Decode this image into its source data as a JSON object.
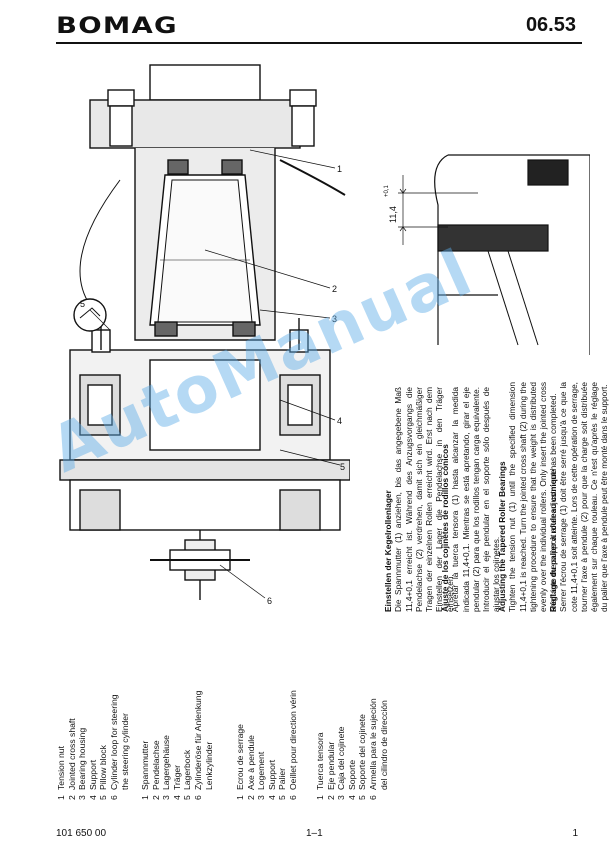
{
  "header": {
    "brand": "BOMAG",
    "page_code": "06.53"
  },
  "drawing": {
    "callouts": [
      "1",
      "2",
      "3",
      "4",
      "5",
      "5",
      "6"
    ],
    "detail_dimension": "11,4",
    "detail_tolerance": "+0,1"
  },
  "legend_en": [
    {
      "n": "1",
      "t": "Tension nut"
    },
    {
      "n": "2",
      "t": "Jointed cross shaft"
    },
    {
      "n": "3",
      "t": "Bearing housing"
    },
    {
      "n": "4",
      "t": "Support"
    },
    {
      "n": "5",
      "t": "Pillow block"
    },
    {
      "n": "6",
      "t": "Cylinder loop for steering"
    },
    {
      "n": "",
      "t": "the steering cylinder"
    }
  ],
  "legend_de": [
    {
      "n": "1",
      "t": "Spannmutter"
    },
    {
      "n": "2",
      "t": "Pendelachse"
    },
    {
      "n": "3",
      "t": "Lagergehäuse"
    },
    {
      "n": "4",
      "t": "Träger"
    },
    {
      "n": "5",
      "t": "Lagerbock"
    },
    {
      "n": "6",
      "t": "Zylinderöse für Anlenkung"
    },
    {
      "n": "",
      "t": "Lenkzylinder"
    }
  ],
  "legend_fr": [
    {
      "n": "1",
      "t": "Ecrou de serrage"
    },
    {
      "n": "2",
      "t": "Axe à pendule"
    },
    {
      "n": "3",
      "t": "Logement"
    },
    {
      "n": "4",
      "t": "Support"
    },
    {
      "n": "5",
      "t": "Palier"
    },
    {
      "n": "6",
      "t": "Oeillet pour direction vérin"
    }
  ],
  "legend_es": [
    {
      "n": "1",
      "t": "Tuerca tensora"
    },
    {
      "n": "2",
      "t": "Eje pendular"
    },
    {
      "n": "3",
      "t": "Caja del cojinete"
    },
    {
      "n": "4",
      "t": "Soporte"
    },
    {
      "n": "5",
      "t": "Soporte del cojinete"
    },
    {
      "n": "6",
      "t": "Armella para le sujeción"
    },
    {
      "n": "",
      "t": "del cilindro de dirección"
    }
  ],
  "text_de": {
    "title": "Einstellen der Kegelrollenlager",
    "body": "Die Spannmutter (1) anziehen, bis das angegebene Maß 11,4+0,1 erreicht ist. Während des Anzugsvorgangs die Pendelachse (2) verdrehen, damit sich ein gleichmäßiger Tragen der einzelnen Rollen erreicht wird. Erst nach dem Einstellen der Lager die Pendelachse in den Träger einsetzen."
  },
  "text_en": {
    "title": "Adjusting the Tapered Roller Bearings",
    "body": "Tighten the tension nut (1) until the specified dimension 11,4+0,1 is reached. Turn the jointed cross shaft (2) during the tightening procedure to ensure that the weight is distributed evenly over the individual rollers. Only insert the jointed cross shaft into the support after adjustment has been completed."
  },
  "text_es": {
    "title": "Ajuste de los cojinetes de rodillos cónicos",
    "body": "Apretar la tuerca tensora (1) hasta alcanzar la medida indicada 11,4+0,1. Mientras se está apretando, girar el eje pendular (2) para que los rodillos tengan carga equivalente. Introducir el eje pendular en el soporte sólo después de ajustar los cojinetes."
  },
  "text_fr": {
    "title": "Réglage du palier à rouleau conique",
    "body": "Serrer l'écrou de serrage (1) doit être serré jusqu'à ce que la cote 11,4+0,1 soit atteinte. Lors de cette opération de serrage, tourner l'axe à pendule (2) pour que la charge soit distribuée également sur chaque rouleau. Ce n'est qu'après le réglage du palier que l'axe à pendule peut être monté dans le support."
  },
  "footer": {
    "doc_no": "101 650 00",
    "section": "1–1",
    "page": "1"
  },
  "watermark": "AutoManual"
}
